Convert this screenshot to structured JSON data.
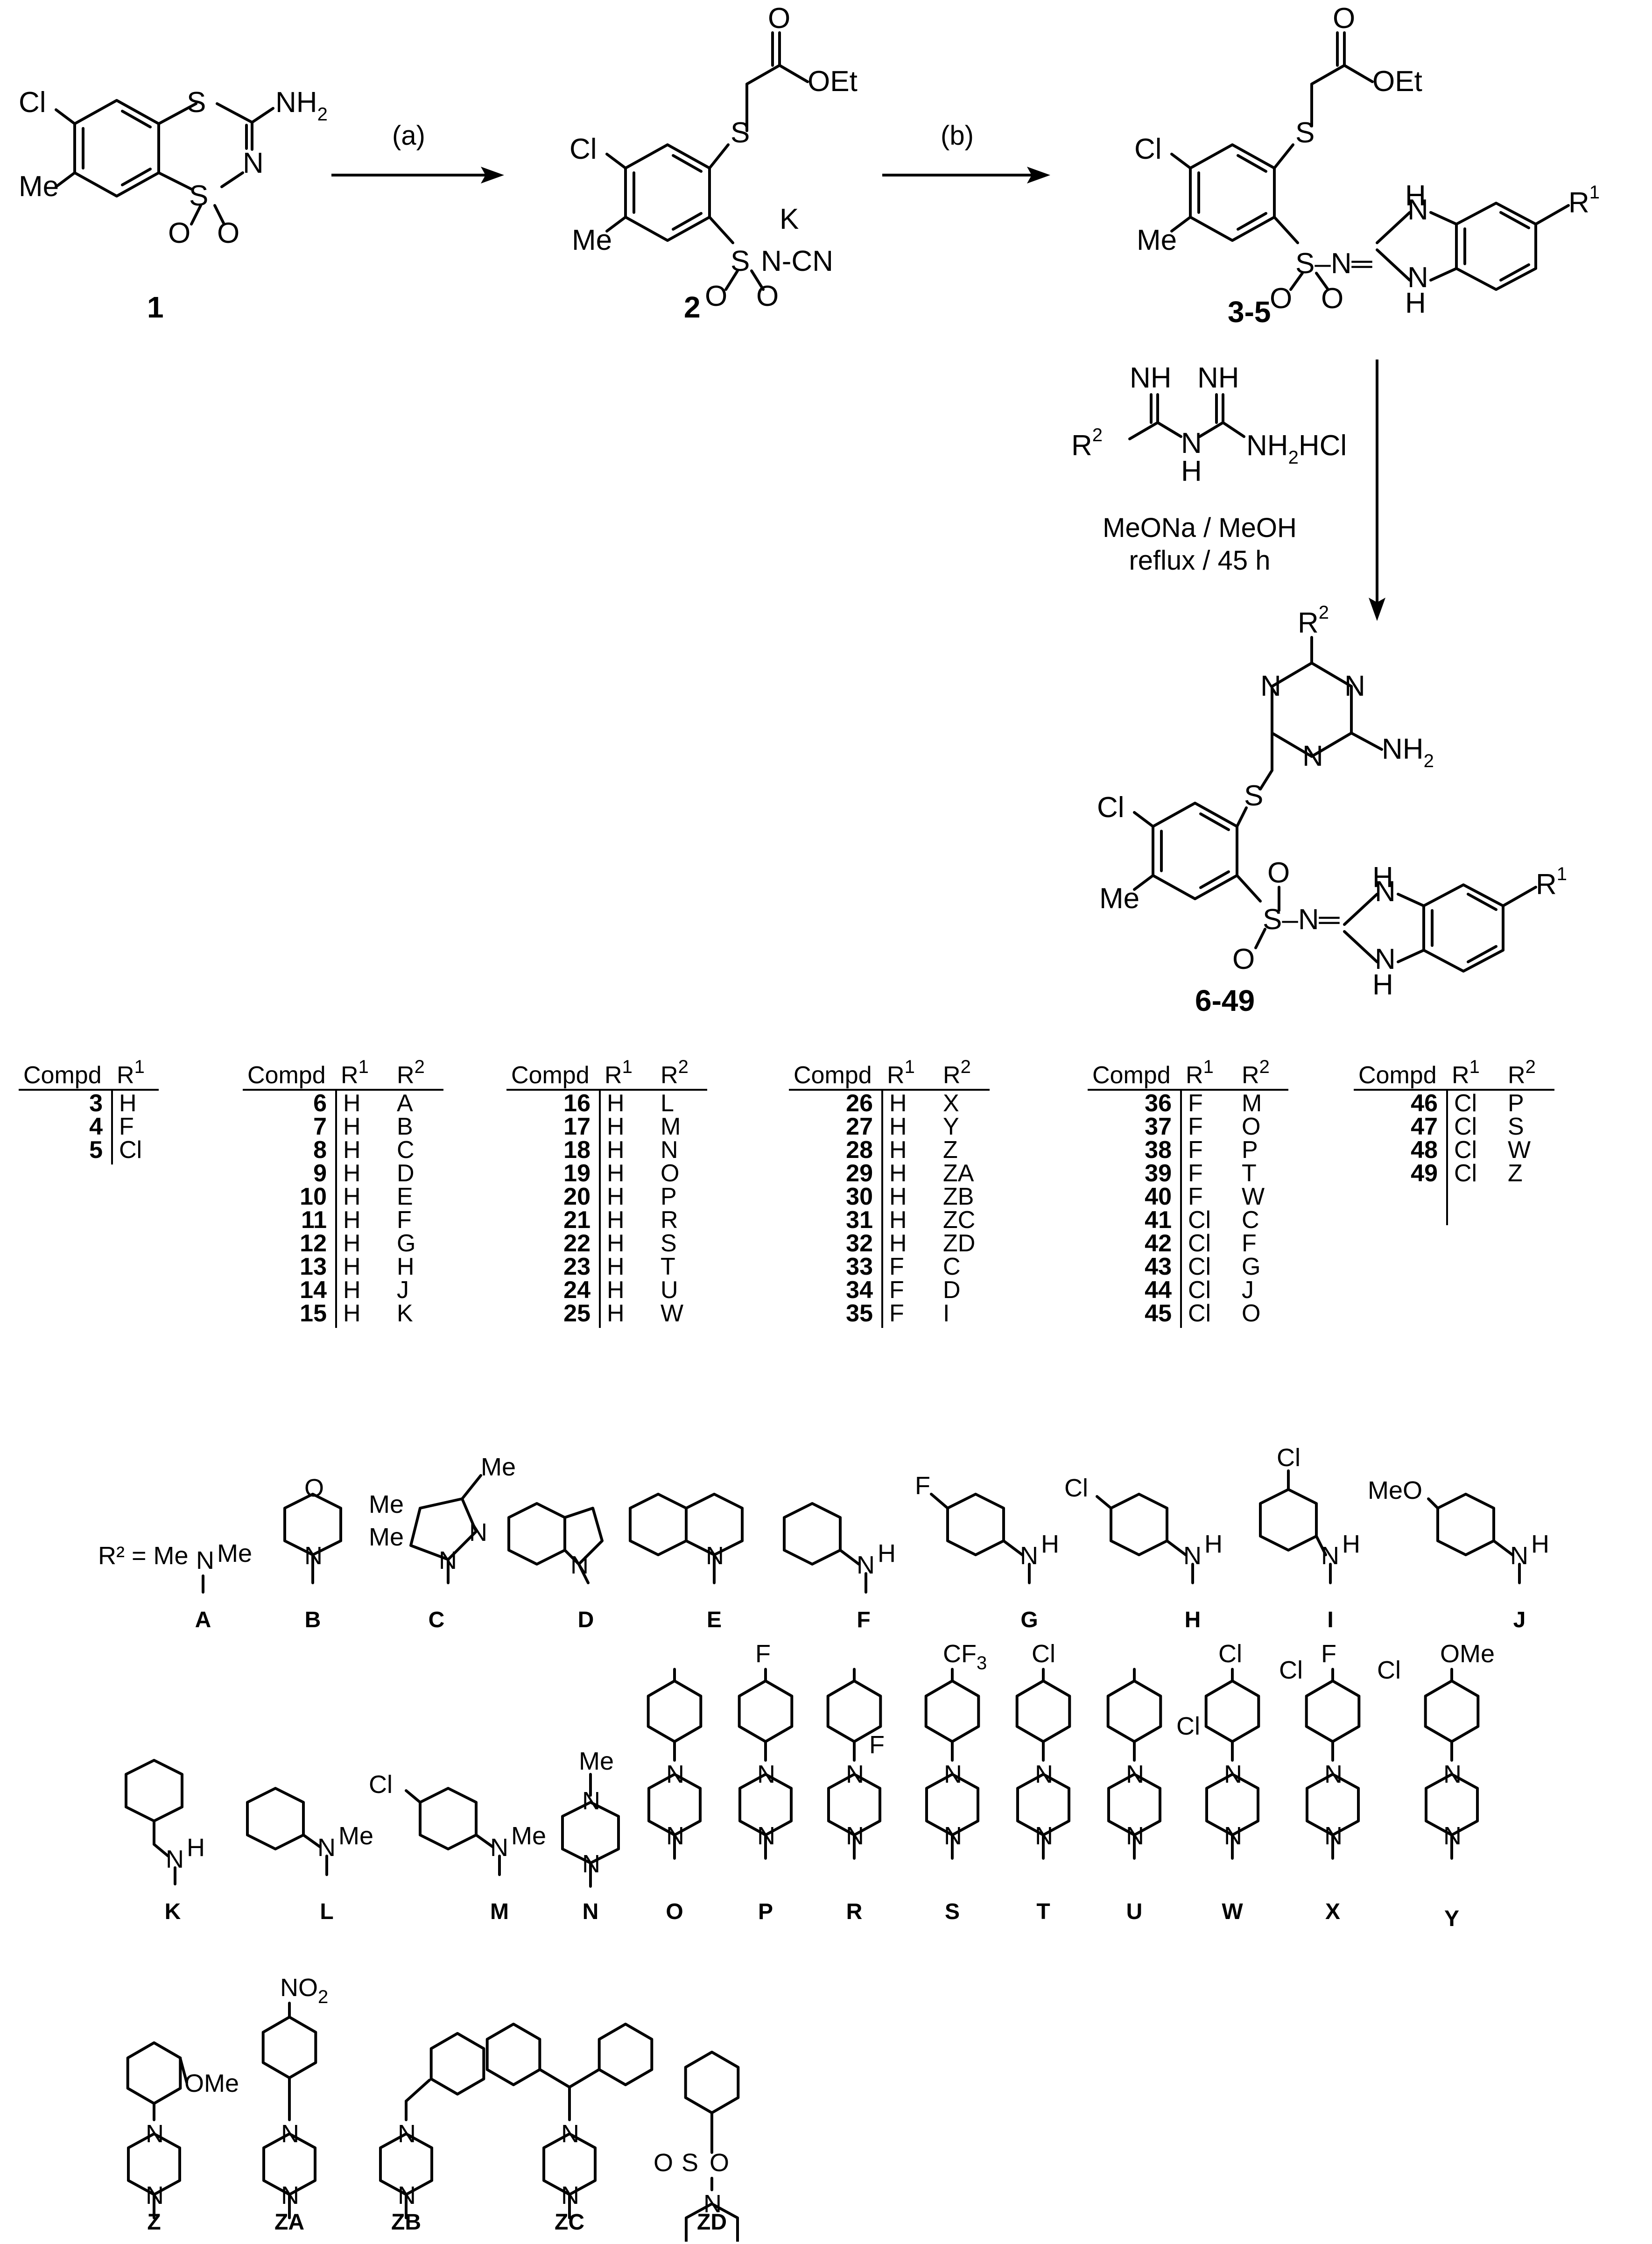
{
  "compounds": {
    "c1": "1",
    "c2": "2",
    "c35": "3-5",
    "c649": "6-49"
  },
  "steps": {
    "a": "(a)",
    "b": "(b)",
    "reagent_line1": "MeONa / MeOH",
    "reagent_line2": "reflux / 45 h"
  },
  "atoms": {
    "Cl": "Cl",
    "Me": "Me",
    "S": "S",
    "N": "N",
    "NH2": "NH",
    "sub2": "2",
    "O": "O",
    "OEt": "OEt",
    "K": "K",
    "CN": "N-CN",
    "H": "H",
    "R": "R",
    "sup1": "1",
    "sup2": "2",
    "NH": "NH",
    "NH2HCl": "NH",
    "HCl": "HCl",
    "SN": "S-N",
    "SNeq": "S–N═",
    "CF": "CF",
    "sub3": "3",
    "F": "F",
    "MeO": "MeO",
    "OMe": "OMe",
    "NO": "NO"
  },
  "tables": [
    {
      "headers": [
        "Compd",
        "R1"
      ],
      "rows": [
        [
          "3",
          "H"
        ],
        [
          "4",
          "F"
        ],
        [
          "5",
          "Cl"
        ]
      ]
    },
    {
      "headers": [
        "Compd",
        "R1",
        "R2"
      ],
      "rows": [
        [
          "6",
          "H",
          "A"
        ],
        [
          "7",
          "H",
          "B"
        ],
        [
          "8",
          "H",
          "C"
        ],
        [
          "9",
          "H",
          "D"
        ],
        [
          "10",
          "H",
          "E"
        ],
        [
          "11",
          "H",
          "F"
        ],
        [
          "12",
          "H",
          "G"
        ],
        [
          "13",
          "H",
          "H"
        ],
        [
          "14",
          "H",
          "J"
        ],
        [
          "15",
          "H",
          "K"
        ]
      ]
    },
    {
      "headers": [
        "Compd",
        "R1",
        "R2"
      ],
      "rows": [
        [
          "16",
          "H",
          "L"
        ],
        [
          "17",
          "H",
          "M"
        ],
        [
          "18",
          "H",
          "N"
        ],
        [
          "19",
          "H",
          "O"
        ],
        [
          "20",
          "H",
          "P"
        ],
        [
          "21",
          "H",
          "R"
        ],
        [
          "22",
          "H",
          "S"
        ],
        [
          "23",
          "H",
          "T"
        ],
        [
          "24",
          "H",
          "U"
        ],
        [
          "25",
          "H",
          "W"
        ]
      ]
    },
    {
      "headers": [
        "Compd",
        "R1",
        "R2"
      ],
      "rows": [
        [
          "26",
          "H",
          "X"
        ],
        [
          "27",
          "H",
          "Y"
        ],
        [
          "28",
          "H",
          "Z"
        ],
        [
          "29",
          "H",
          "ZA"
        ],
        [
          "30",
          "H",
          "ZB"
        ],
        [
          "31",
          "H",
          "ZC"
        ],
        [
          "32",
          "H",
          "ZD"
        ],
        [
          "33",
          "F",
          "C"
        ],
        [
          "34",
          "F",
          "D"
        ],
        [
          "35",
          "F",
          "I"
        ]
      ]
    },
    {
      "headers": [
        "Compd",
        "R1",
        "R2"
      ],
      "rows": [
        [
          "36",
          "F",
          "M"
        ],
        [
          "37",
          "F",
          "O"
        ],
        [
          "38",
          "F",
          "P"
        ],
        [
          "39",
          "F",
          "T"
        ],
        [
          "40",
          "F",
          "W"
        ],
        [
          "41",
          "Cl",
          "C"
        ],
        [
          "42",
          "Cl",
          "F"
        ],
        [
          "43",
          "Cl",
          "G"
        ],
        [
          "44",
          "Cl",
          "J"
        ],
        [
          "45",
          "Cl",
          "O"
        ]
      ]
    },
    {
      "headers": [
        "Compd",
        "R1",
        "R2"
      ],
      "rows": [
        [
          "46",
          "Cl",
          "P"
        ],
        [
          "47",
          "Cl",
          "S"
        ],
        [
          "48",
          "Cl",
          "W"
        ],
        [
          "49",
          "Cl",
          "Z"
        ]
      ]
    }
  ],
  "r2_title": "R² = Me",
  "r2_labels": [
    "A",
    "B",
    "C",
    "D",
    "E",
    "F",
    "G",
    "H",
    "I",
    "J",
    "K",
    "L",
    "M",
    "N",
    "O",
    "P",
    "R",
    "S",
    "T",
    "U",
    "W",
    "X",
    "Y",
    "Z",
    "ZA",
    "ZB",
    "ZC",
    "ZD"
  ]
}
